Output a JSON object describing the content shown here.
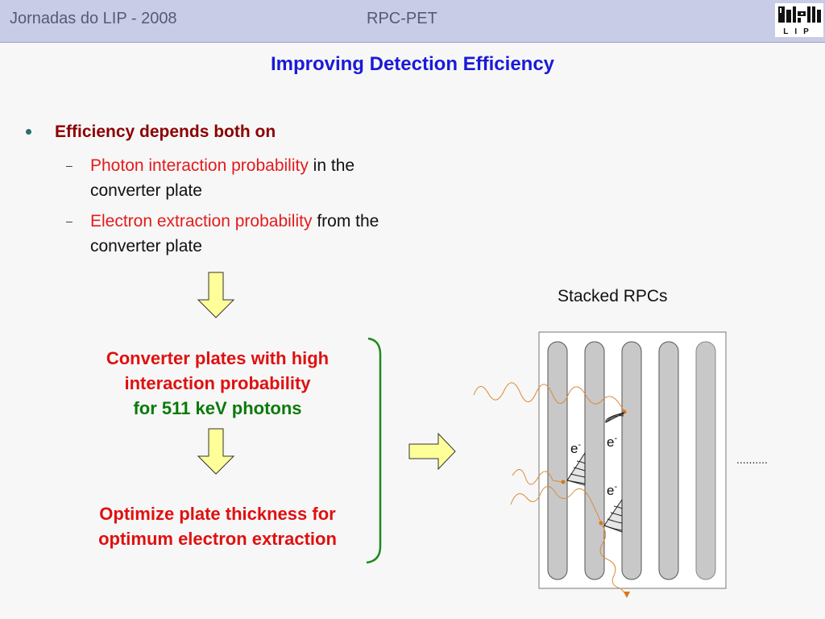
{
  "header": {
    "conference": "Jornadas do LIP - 2008",
    "project": "RPC-PET",
    "logo_text": "LIP"
  },
  "title": "Improving Detection Efficiency",
  "bullets": {
    "main": "Efficiency depends both on",
    "items": [
      {
        "highlight": "Photon interaction probability",
        "rest": " in the converter plate"
      },
      {
        "highlight": "Electron extraction probability",
        "rest": " from the converter plate"
      }
    ]
  },
  "flow": {
    "step1_line1": "Converter plates with high",
    "step1_line2": "interaction probability",
    "step1_line3": "for 511 keV photons",
    "step2_line1": "Optimize plate thickness for",
    "step2_line2": "optimum electron extraction"
  },
  "diagram": {
    "label": "Stacked RPCs",
    "electron_label": "e",
    "electron_sup": "-",
    "ellipsis": "..........",
    "colors": {
      "plate": "#c8c8c8",
      "photon": "#d98c3c",
      "arrow_fill": "#ffff99"
    }
  }
}
